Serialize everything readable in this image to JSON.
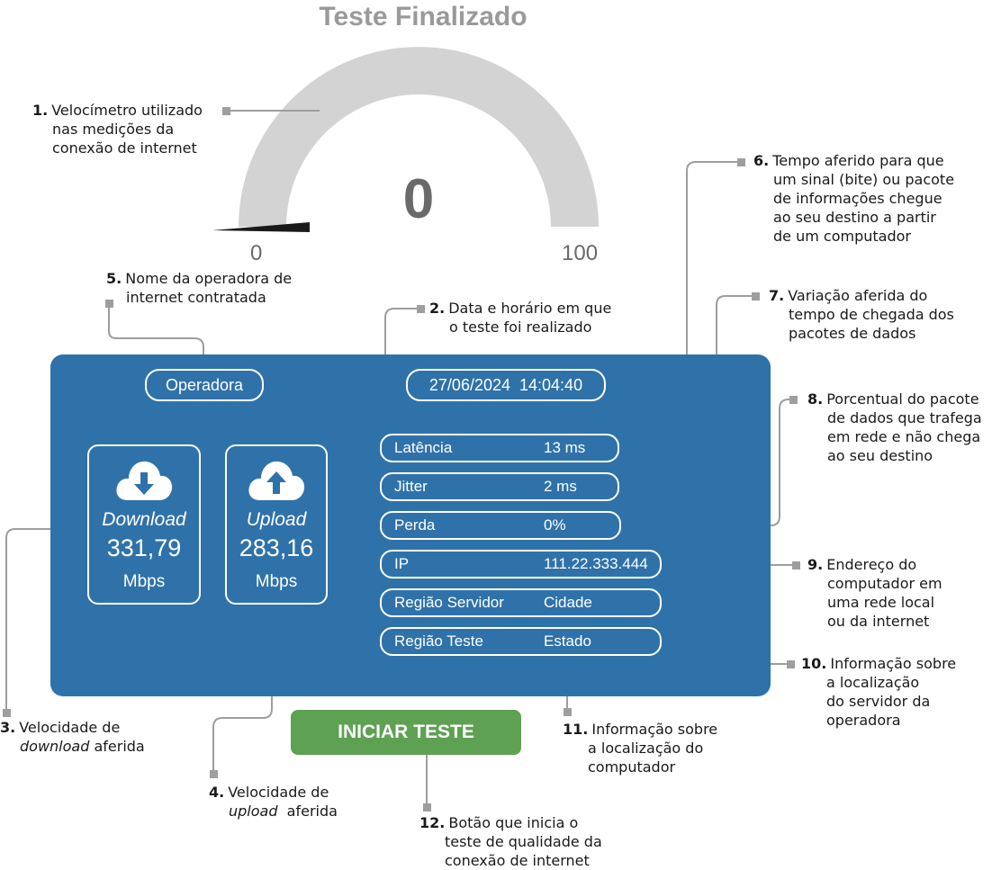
{
  "title": "Teste Finalizado",
  "colors": {
    "panel": "#2f72aa",
    "button": "#5ea152",
    "gauge": "#d3d3d3",
    "leader": "#9e9e9e"
  },
  "gauge": {
    "value": "0",
    "min_label": "0",
    "max_label": "100",
    "level_fraction": 0
  },
  "panel": {
    "operator": "Operadora",
    "date": "27/06/2024",
    "time": "14:04:40",
    "download": {
      "label": "Download",
      "value": "331,79",
      "unit": "Mbps",
      "icon": "cloud-download-icon"
    },
    "upload": {
      "label": "Upload",
      "value": "283,16",
      "unit": "Mbps",
      "icon": "cloud-upload-icon"
    },
    "rows": [
      {
        "label": "Latência",
        "value": "13 ms"
      },
      {
        "label": "Jitter",
        "value": "2 ms"
      },
      {
        "label": "Perda",
        "value": "0%"
      },
      {
        "label": "IP",
        "value": "111.22.333.444"
      },
      {
        "label": "Região Servidor",
        "value": "Cidade"
      },
      {
        "label": "Região Teste",
        "value": "Estado"
      }
    ]
  },
  "start_button": "INICIAR TESTE",
  "annotations": [
    {
      "num": "1.",
      "lines": [
        "Velocímetro utilizado",
        "nas medições da",
        "conexão de internet"
      ]
    },
    {
      "num": "2.",
      "lines": [
        "Data e horário em que",
        "o teste foi realizado"
      ]
    },
    {
      "num": "3.",
      "lines": [
        "Velocidade de",
        "download",
        "aferida"
      ]
    },
    {
      "num": "4.",
      "lines": [
        "Velocidade de",
        "upload",
        "aferida"
      ]
    },
    {
      "num": "5.",
      "lines": [
        "Nome da operadora de",
        "internet contratada"
      ]
    },
    {
      "num": "6.",
      "lines": [
        "Tempo aferido para que",
        "um sinal (bite) ou pacote",
        "de informações chegue",
        "ao seu destino a partir",
        "de um computador"
      ]
    },
    {
      "num": "7.",
      "lines": [
        "Variação aferida do",
        "tempo de chegada dos",
        "pacotes de dados"
      ]
    },
    {
      "num": "8.",
      "lines": [
        "Porcentual do pacote",
        "de dados que trafega",
        "em rede e não chega",
        "ao seu destino"
      ]
    },
    {
      "num": "9.",
      "lines": [
        "Endereço do",
        "computador em",
        "uma rede local",
        "ou da internet"
      ]
    },
    {
      "num": "10.",
      "lines": [
        "Informação sobre",
        "a localização",
        "do servidor da",
        "operadora"
      ]
    },
    {
      "num": "11.",
      "lines": [
        "Informação sobre",
        "a localização do",
        "computador"
      ]
    },
    {
      "num": "12.",
      "lines": [
        "Botão que inicia o",
        "teste de qualidade da",
        "conexão de internet"
      ]
    }
  ]
}
